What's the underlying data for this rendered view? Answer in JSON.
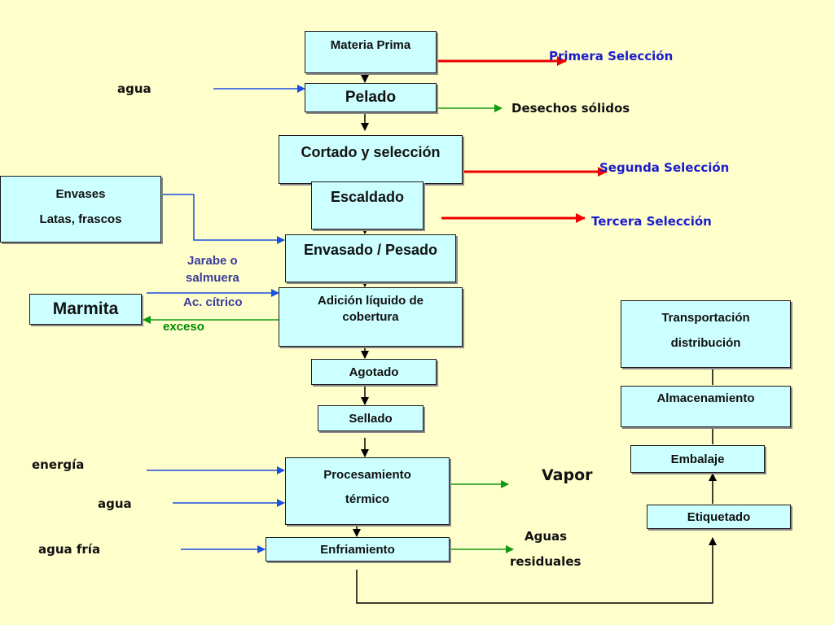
{
  "colors": {
    "background": "#ffffcc",
    "box_fill": "#ccffff",
    "red_arrow": "#ee0000",
    "blue_arrow": "#1a4fe0",
    "green_arrow": "#119911",
    "label_blue": "#1c1ccc",
    "label_green": "#008800"
  },
  "process": {
    "materia_prima": "Materia Prima",
    "pelado": "Pelado",
    "cortado": "Cortado y selección",
    "escaldado": "Escaldado",
    "envasado": "Envasado / Pesado",
    "adicion_line1": "Adición líquido de",
    "adicion_line2": "cobertura",
    "agotado": "Agotado",
    "sellado": "Sellado",
    "procesamiento_line1": "Procesamiento",
    "procesamiento_line2": "térmico",
    "enfriamiento": "Enfriamiento",
    "transportacion_line1": "Transportación",
    "transportacion_line2": "distribución",
    "almacenamiento": "Almacenamiento",
    "embalaje": "Embalaje",
    "etiquetado": "Etiquetado"
  },
  "side_boxes": {
    "envases_line1": "Envases",
    "envases_line2": "Latas, frascos",
    "marmita": "Marmita"
  },
  "labels": {
    "primera_seleccion": "Primera Selección",
    "segunda_seleccion": "Segunda Selección",
    "tercera_seleccion": "Tercera Selección",
    "desechos_solidos": "Desechos sólidos",
    "agua_top": "agua",
    "jarabe_line1": "Jarabe o",
    "jarabe_line2": "salmuera",
    "ac_citrico": "Ac. cítrico",
    "exceso": "exceso",
    "energia": "energía",
    "agua_bottom": "agua",
    "agua_fria": "agua fría",
    "vapor": "Vapor",
    "aguas_line1": "Aguas",
    "aguas_line2": "residuales"
  },
  "icons": {
    "arrowheads": "arrow-head-icon"
  }
}
